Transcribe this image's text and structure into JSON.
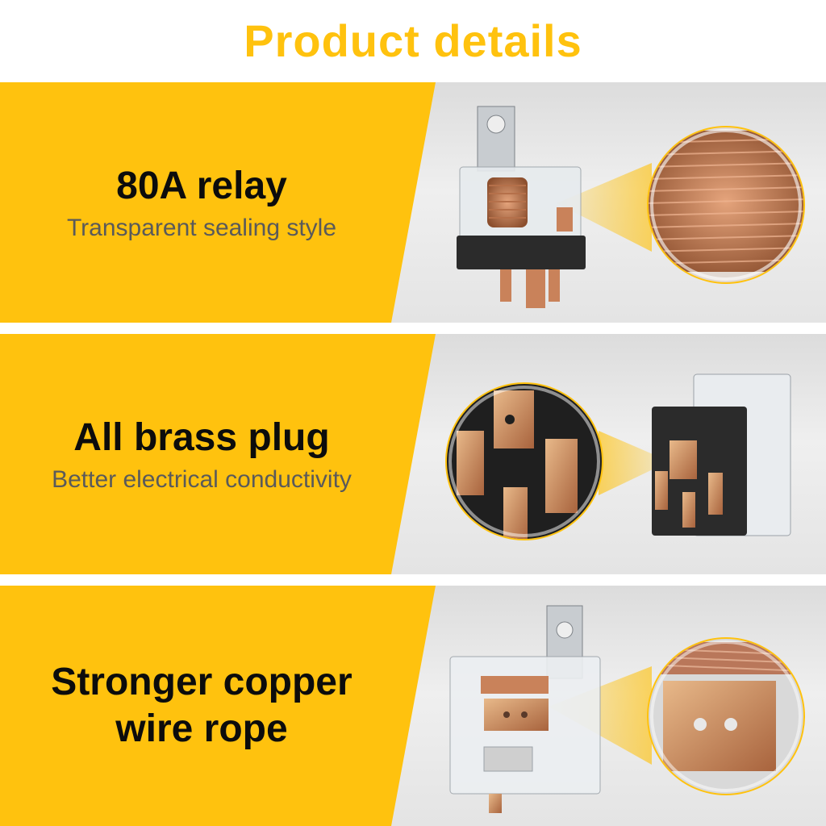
{
  "title": "Product details",
  "sections": [
    {
      "heading": "80A relay",
      "subheading": "Transparent sealing style"
    },
    {
      "heading": "All brass plug",
      "subheading": "Better electrical conductivity"
    },
    {
      "heading_line1": "Stronger copper",
      "heading_line2": "wire rope"
    }
  ],
  "colors": {
    "accent_yellow": "#ffc20e",
    "copper": "#c9825a",
    "text_dark": "#0c0c0c",
    "text_gray": "#5a5a5a"
  }
}
